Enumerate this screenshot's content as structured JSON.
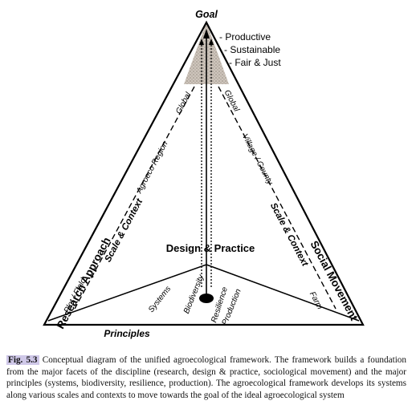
{
  "goal": {
    "title": "Goal",
    "items": [
      "- Productive",
      "- Sustainable",
      "- Fair & Just"
    ]
  },
  "vertices": {
    "left": "Research Approach",
    "right": "Social Movement",
    "center": "Design & Practice"
  },
  "bottom_edge": "Principles",
  "left_side": {
    "scale_context": "Scale & Context",
    "scales": [
      "Plot / Field",
      "Agroeco Region",
      "Global"
    ]
  },
  "right_side": {
    "scale_context": "Scale & Context",
    "scales": [
      "Farm",
      "Village / County",
      "Global"
    ]
  },
  "principles": [
    "Systems",
    "Biodiversity",
    "Resilience",
    "Production"
  ],
  "caption": {
    "label": "Fig. 5.3",
    "text": " Conceptual diagram of the unified agroecological framework. The framework builds a foundation from the major facets of the discipline (research, design & practice, sociological movement) and the major principles (systems, biodiversity, resilience, production). The agroecological framework develops its systems along various scales and contexts to move towards the goal of the ideal agroecological system"
  }
}
